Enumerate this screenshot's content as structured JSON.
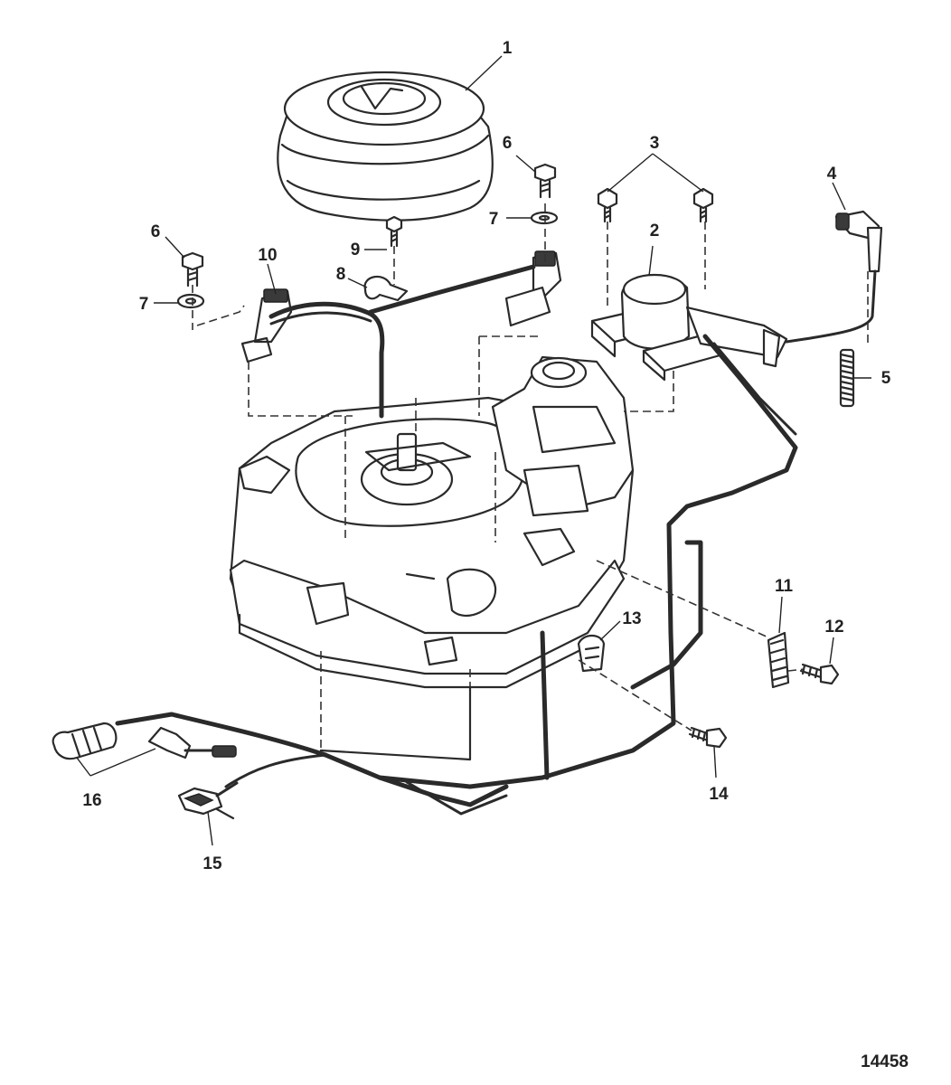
{
  "figure_number": "14458",
  "callouts": [
    {
      "id": "c1",
      "label": "1"
    },
    {
      "id": "c2",
      "label": "2"
    },
    {
      "id": "c3",
      "label": "3"
    },
    {
      "id": "c4",
      "label": "4"
    },
    {
      "id": "c5",
      "label": "5"
    },
    {
      "id": "c6a",
      "label": "6"
    },
    {
      "id": "c6b",
      "label": "6"
    },
    {
      "id": "c7a",
      "label": "7"
    },
    {
      "id": "c7b",
      "label": "7"
    },
    {
      "id": "c8",
      "label": "8"
    },
    {
      "id": "c9",
      "label": "9"
    },
    {
      "id": "c10",
      "label": "10"
    },
    {
      "id": "c11",
      "label": "11"
    },
    {
      "id": "c12",
      "label": "12"
    },
    {
      "id": "c13",
      "label": "13"
    },
    {
      "id": "c14",
      "label": "14"
    },
    {
      "id": "c15",
      "label": "15"
    },
    {
      "id": "c16",
      "label": "16"
    }
  ]
}
